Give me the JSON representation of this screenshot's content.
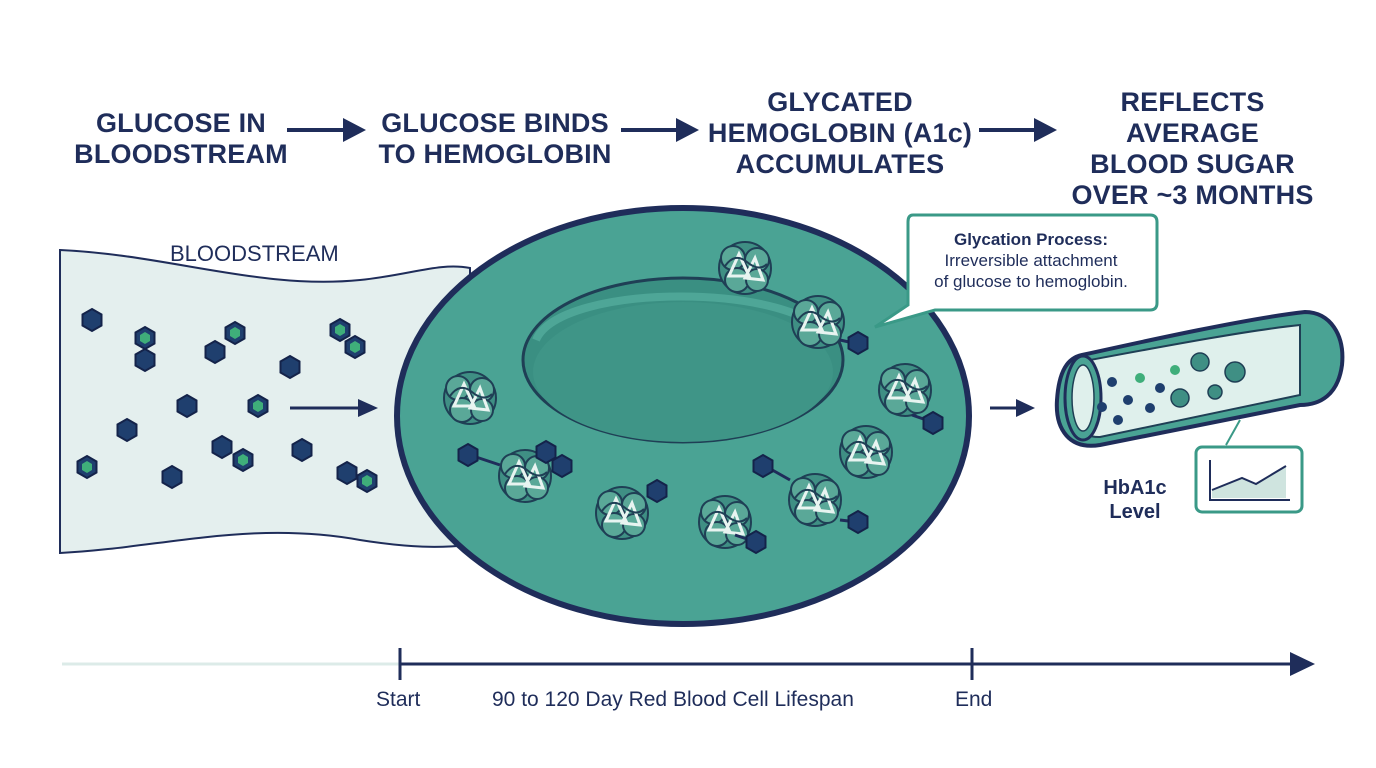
{
  "steps": [
    {
      "lines": [
        "GLUCOSE IN",
        "BLOODSTREAM"
      ]
    },
    {
      "lines": [
        "GLUCOSE BINDS",
        "TO HEMOGLOBIN"
      ]
    },
    {
      "lines": [
        "GLYCATED",
        "HEMOGLOBIN (A1c)",
        "ACCUMULATES"
      ]
    },
    {
      "lines": [
        "REFLECTS AVERAGE",
        "BLOOD SUGAR",
        "OVER ~3 MONTHS"
      ]
    }
  ],
  "bloodstream_label": "BLOODSTREAM",
  "callout": {
    "title": "Glycation Process:",
    "line1": "Irreversible attachment",
    "line2": "of glucose to hemoglobin."
  },
  "hba1c": {
    "line1": "HbA1c",
    "line2": "Level"
  },
  "timeline": {
    "start": "Start",
    "middle": "90 to 120 Day Red Blood Cell Lifespan",
    "end": "End"
  },
  "icons": [
    "arrow-right-icon",
    "glucose-molecule-icon",
    "hemoglobin-icon",
    "blood-vessel-icon",
    "line-chart-icon"
  ],
  "colors": {
    "navy": "#1f2d5a",
    "teal": "#4aa394",
    "teal_light": "#5fb3a4",
    "vessel_fill": "#e4efee"
  }
}
